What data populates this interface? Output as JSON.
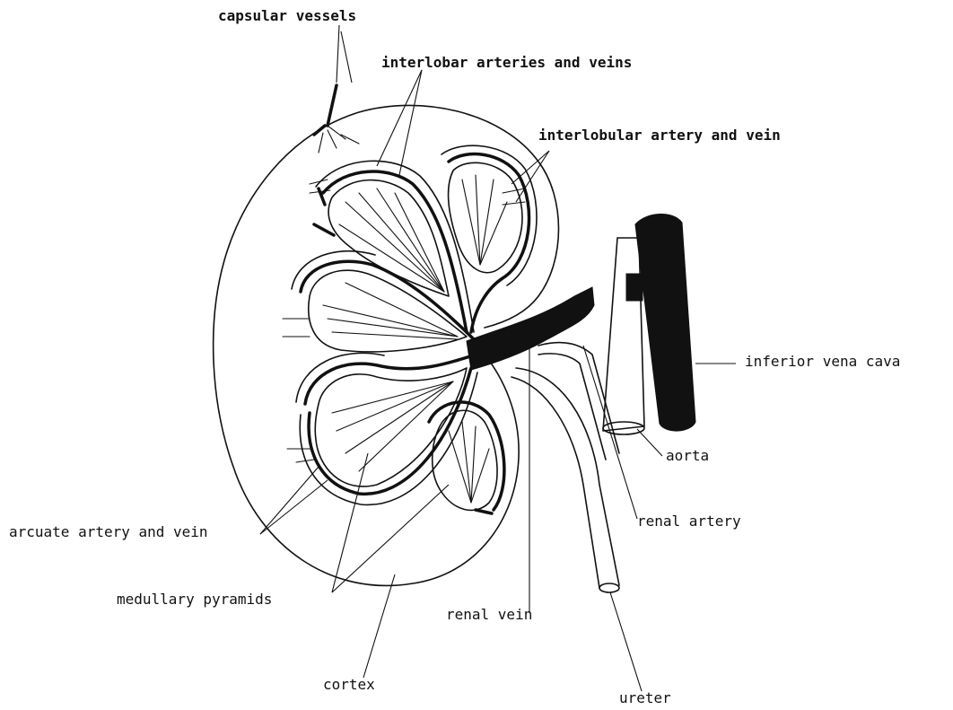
{
  "labels": {
    "capsular_vessels": "capsular vessels",
    "interlobar": "interlobar arteries and veins",
    "interlobular": "interlobular artery and vein",
    "inferior_vena_cava": "inferior vena cava",
    "aorta": "aorta",
    "renal_artery": "renal artery",
    "renal_vein": "renal vein",
    "ureter": "ureter",
    "cortex": "cortex",
    "medullary_pyramids": "medullary pyramids",
    "arcuate": "arcuate artery and vein"
  },
  "colors": {
    "ink": "#111111",
    "paper": "#ffffff"
  }
}
